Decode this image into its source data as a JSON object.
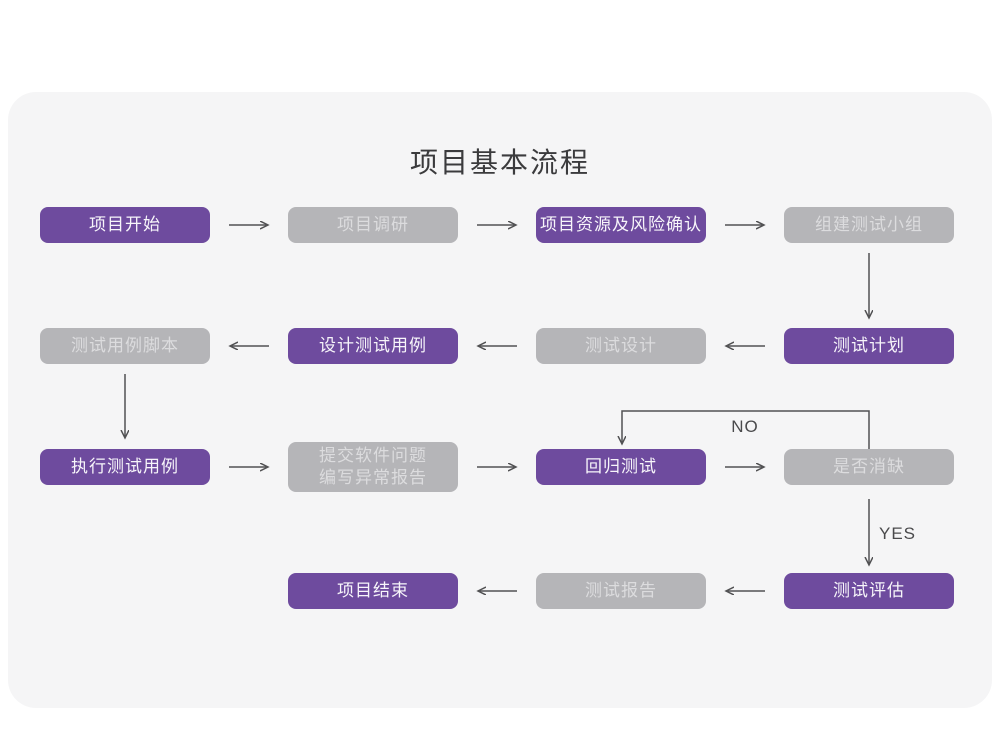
{
  "page": {
    "title": "项目基本流程"
  },
  "theme": {
    "primary": "#6e4b9e",
    "secondary": "#b5b5b8",
    "primary_text": "#f7f5fa",
    "secondary_text": "#dcdcde",
    "card_bg": "#f5f5f6",
    "page_bg": "#ffffff",
    "arrow": "#515153",
    "title_color": "#3b3b3d",
    "edge_label": "#4a4a4c"
  },
  "edge_labels": {
    "no": "NO",
    "yes": "YES"
  },
  "nodes": [
    {
      "id": "project-start",
      "label": "项目开始",
      "type": "primary"
    },
    {
      "id": "project-research",
      "label": "项目调研",
      "type": "secondary"
    },
    {
      "id": "resources-risk-confirm",
      "label": "项目资源及风险确认",
      "type": "primary"
    },
    {
      "id": "build-test-team",
      "label": "组建测试小组",
      "type": "secondary"
    },
    {
      "id": "test-plan",
      "label": "测试计划",
      "type": "primary"
    },
    {
      "id": "test-design",
      "label": "测试设计",
      "type": "secondary"
    },
    {
      "id": "design-test-cases",
      "label": "设计测试用例",
      "type": "primary"
    },
    {
      "id": "test-case-scripts",
      "label": "测试用例脚本",
      "type": "secondary"
    },
    {
      "id": "execute-test-cases",
      "label": "执行测试用例",
      "type": "primary"
    },
    {
      "id": "submit-issues-report",
      "label": "提交软件问题\n编写异常报告",
      "type": "secondary"
    },
    {
      "id": "regression-test",
      "label": "回归测试",
      "type": "primary"
    },
    {
      "id": "defect-cleared",
      "label": "是否消缺",
      "type": "secondary"
    },
    {
      "id": "test-evaluation",
      "label": "测试评估",
      "type": "primary"
    },
    {
      "id": "test-report",
      "label": "测试报告",
      "type": "secondary"
    },
    {
      "id": "project-end",
      "label": "项目结束",
      "type": "primary"
    }
  ],
  "edges": [
    {
      "from": "project-start",
      "to": "project-research"
    },
    {
      "from": "project-research",
      "to": "resources-risk-confirm"
    },
    {
      "from": "resources-risk-confirm",
      "to": "build-test-team"
    },
    {
      "from": "build-test-team",
      "to": "test-plan"
    },
    {
      "from": "test-plan",
      "to": "test-design"
    },
    {
      "from": "test-design",
      "to": "design-test-cases"
    },
    {
      "from": "design-test-cases",
      "to": "test-case-scripts"
    },
    {
      "from": "test-case-scripts",
      "to": "execute-test-cases"
    },
    {
      "from": "execute-test-cases",
      "to": "submit-issues-report"
    },
    {
      "from": "submit-issues-report",
      "to": "regression-test"
    },
    {
      "from": "regression-test",
      "to": "defect-cleared"
    },
    {
      "from": "defect-cleared",
      "to": "regression-test",
      "label": "NO"
    },
    {
      "from": "defect-cleared",
      "to": "test-evaluation",
      "label": "YES"
    },
    {
      "from": "test-evaluation",
      "to": "test-report"
    },
    {
      "from": "test-report",
      "to": "project-end"
    }
  ]
}
